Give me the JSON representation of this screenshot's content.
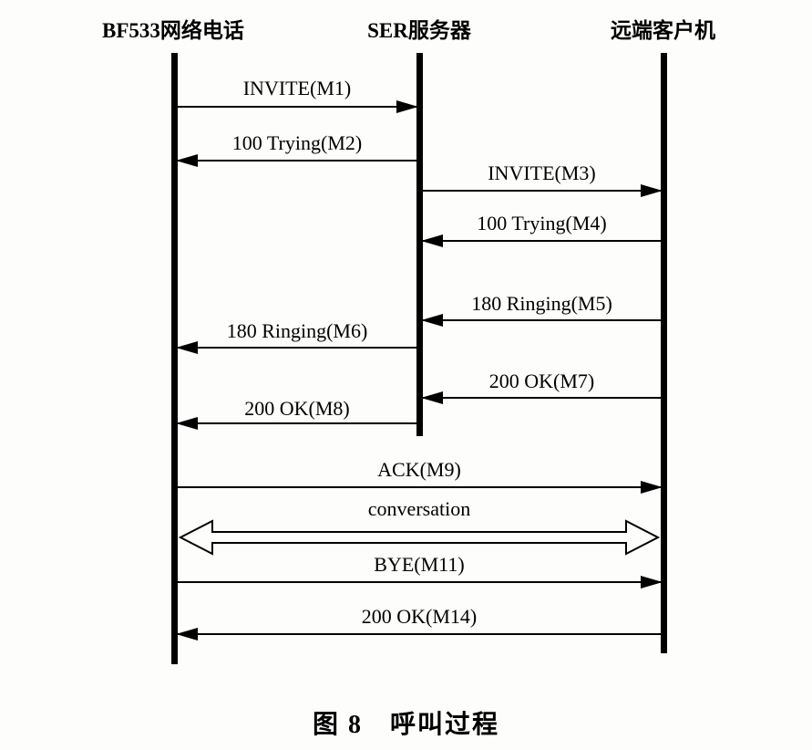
{
  "diagram": {
    "actors": [
      {
        "label": "BF533网络电话"
      },
      {
        "label": "SER服务器"
      },
      {
        "label": "远端客户机"
      }
    ],
    "messages": [
      {
        "label": "INVITE(M1)",
        "from": "BF533网络电话",
        "to": "SER服务器",
        "direction": "right"
      },
      {
        "label": "100 Trying(M2)",
        "from": "SER服务器",
        "to": "BF533网络电话",
        "direction": "left"
      },
      {
        "label": "INVITE(M3)",
        "from": "SER服务器",
        "to": "远端客户机",
        "direction": "right"
      },
      {
        "label": "100 Trying(M4)",
        "from": "远端客户机",
        "to": "SER服务器",
        "direction": "left"
      },
      {
        "label": "180 Ringing(M5)",
        "from": "远端客户机",
        "to": "SER服务器",
        "direction": "left"
      },
      {
        "label": "180 Ringing(M6)",
        "from": "SER服务器",
        "to": "BF533网络电话",
        "direction": "left"
      },
      {
        "label": "200 OK(M7)",
        "from": "远端客户机",
        "to": "SER服务器",
        "direction": "left"
      },
      {
        "label": "200 OK(M8)",
        "from": "SER服务器",
        "to": "BF533网络电话",
        "direction": "left"
      },
      {
        "label": "ACK(M9)",
        "from": "BF533网络电话",
        "to": "远端客户机",
        "direction": "right"
      },
      {
        "label": "BYE(M11)",
        "from": "BF533网络电话",
        "to": "远端客户机",
        "direction": "right"
      },
      {
        "label": "200 OK(M14)",
        "from": "远端客户机",
        "to": "BF533网络电话",
        "direction": "left"
      }
    ],
    "conversation": {
      "label": "conversation",
      "between": [
        "BF533网络电话",
        "远端客户机"
      ],
      "direction": "both"
    },
    "caption": "图 8　呼叫过程",
    "line_color": "#000000"
  }
}
